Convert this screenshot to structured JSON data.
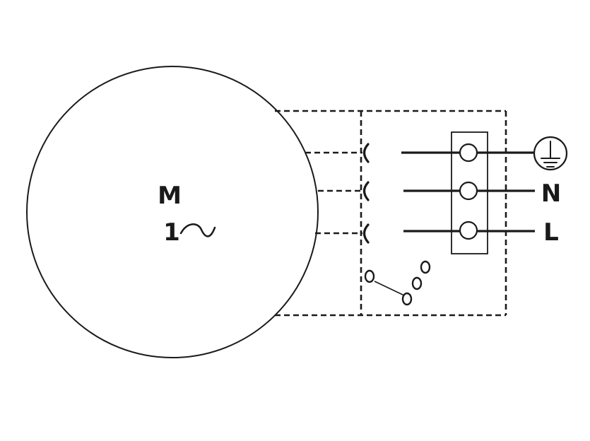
{
  "motor": {
    "symbol": "M",
    "phase_text": "1"
  },
  "terminals": {
    "neutral_label": "N",
    "line_label": "L"
  },
  "icons": {
    "ground": "earth-ground-icon",
    "ac": "tilde-ac-icon"
  },
  "colors": {
    "ink": "#1a1a1a",
    "background": "#ffffff"
  }
}
